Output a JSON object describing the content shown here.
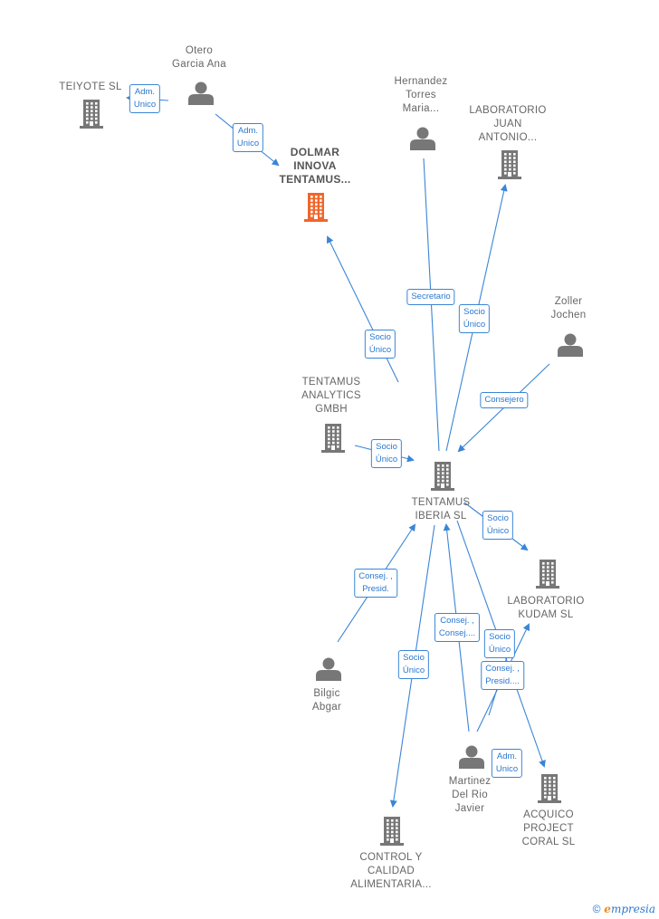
{
  "colors": {
    "edge": "#3a85d6",
    "person": "#777777",
    "company": "#777777",
    "highlight": "#f0662b"
  },
  "nodes": {
    "teiyote": {
      "label": "TEIYOTE  SL",
      "type": "company"
    },
    "otero": {
      "label": "Otero\nGarcia Ana",
      "type": "person"
    },
    "dolmar": {
      "label": "DOLMAR\nINNOVA\nTENTAMUS...",
      "type": "company-highlight"
    },
    "hernandez": {
      "label": "Hernandez\nTorres\nMaria...",
      "type": "person"
    },
    "labjuan": {
      "label": "LABORATORIO\nJUAN\nANTONIO...",
      "type": "company"
    },
    "zoller": {
      "label": "Zoller\nJochen",
      "type": "person"
    },
    "analytics": {
      "label": "TENTAMUS\nANALYTICS\nGMBH",
      "type": "company"
    },
    "iberia": {
      "label": "TENTAMUS\nIBERIA  SL",
      "type": "company"
    },
    "kudam": {
      "label": "LABORATORIO\nKUDAM  SL",
      "type": "company"
    },
    "bilgic": {
      "label": "Bilgic\nAbgar",
      "type": "person"
    },
    "martinez": {
      "label": "Martinez\nDel Rio\nJavier",
      "type": "person"
    },
    "acquico": {
      "label": "ACQUICO\nPROJECT\nCORAL  SL",
      "type": "company"
    },
    "control": {
      "label": "CONTROL Y\nCALIDAD\nALIMENTARIA...",
      "type": "company"
    }
  },
  "edges": [
    {
      "from": "otero",
      "to": "teiyote",
      "label": "Adm.\nUnico"
    },
    {
      "from": "otero",
      "to": "dolmar",
      "label": "Adm.\nUnico"
    },
    {
      "from": "iberia",
      "to": "dolmar",
      "label": "Socio\nÚnico"
    },
    {
      "from": "hernandez",
      "to": "iberia",
      "label": "Secretario"
    },
    {
      "from": "iberia",
      "to": "labjuan",
      "label": "Socio\nÚnico"
    },
    {
      "from": "zoller",
      "to": "iberia",
      "label": "Consejero"
    },
    {
      "from": "analytics",
      "to": "iberia",
      "label": "Socio\nÚnico"
    },
    {
      "from": "iberia",
      "to": "kudam",
      "label": "Socio\nÚnico"
    },
    {
      "from": "bilgic",
      "to": "iberia",
      "label": "Consej. ,\nPresid."
    },
    {
      "from": "martinez",
      "to": "iberia",
      "label": "Consej. ,\nConsej...."
    },
    {
      "from": "martinez",
      "to": "kudam",
      "label": "Socio\nÚnico"
    },
    {
      "from": "martinez",
      "to": "kudam",
      "label": "Consej. ,\nPresid...."
    },
    {
      "from": "iberia",
      "to": "acquico",
      "label": "Adm.\nUnico"
    },
    {
      "from": "iberia",
      "to": "control",
      "label": "Socio\nÚnico"
    }
  ],
  "brand": {
    "copyright": "©",
    "name_initial": "e",
    "name_rest": "mpresia"
  }
}
